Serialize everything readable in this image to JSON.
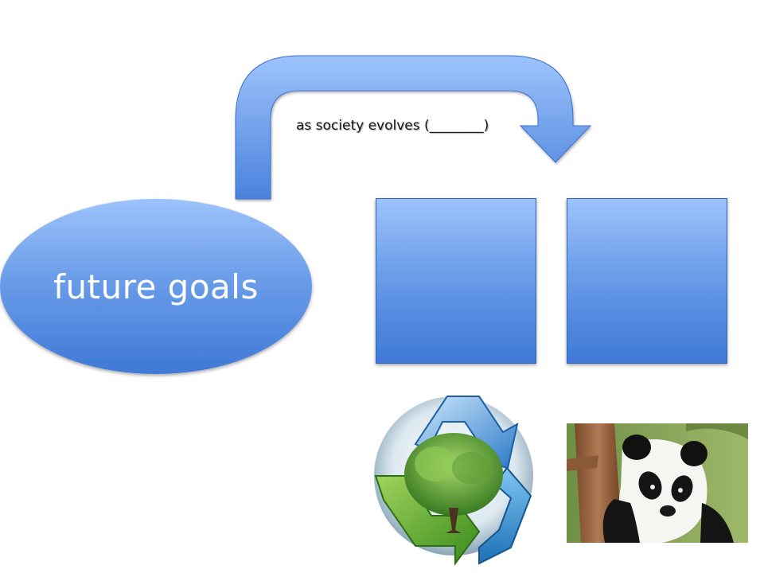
{
  "arrow": {
    "label": "as society evolves (________)"
  },
  "oval": {
    "label": "future goals"
  },
  "boxes": [
    {
      "label": ""
    },
    {
      "label": ""
    }
  ],
  "images": {
    "recycle": "recycle-tree-icon",
    "panda": "panda-photo"
  },
  "colors": {
    "shape_top": "#9dc3fb",
    "shape_bottom": "#3f79d6",
    "shape_border": "#2f66c4"
  }
}
